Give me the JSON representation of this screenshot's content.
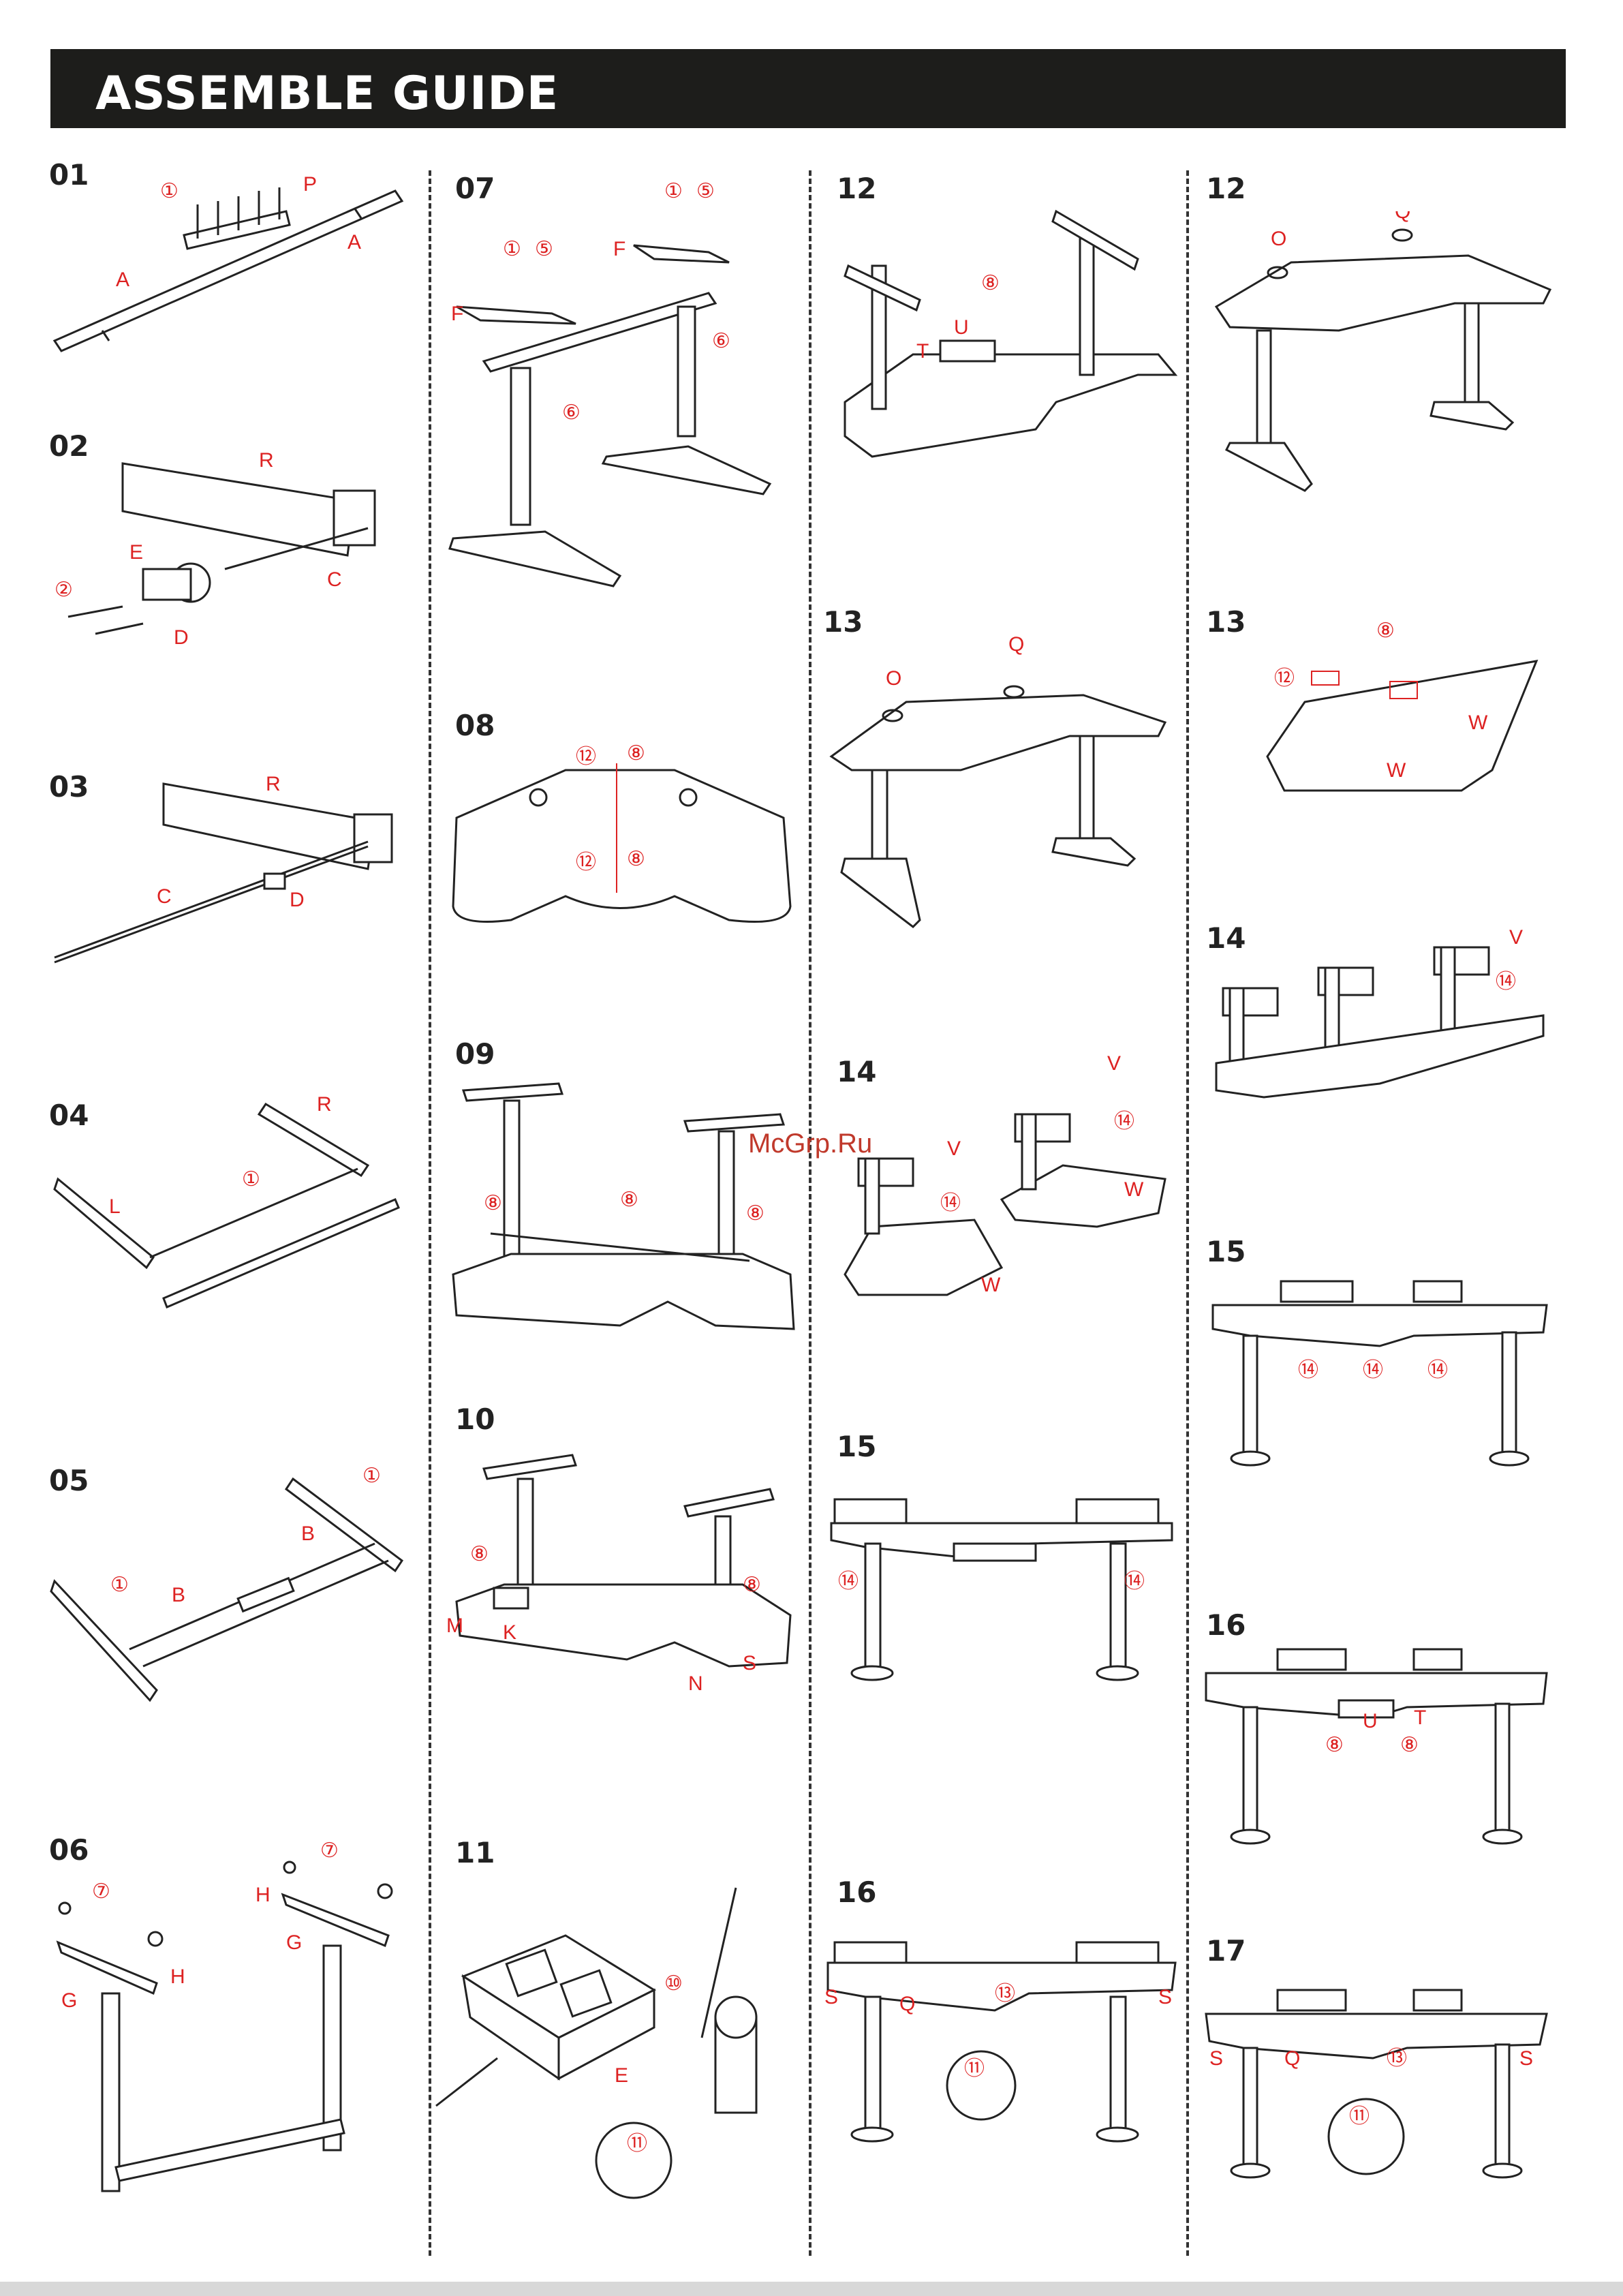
{
  "header": {
    "title": "ASSEMBLE GUIDE"
  },
  "watermark": "McGrp.Ru",
  "steps": [
    {
      "num": "01",
      "labels": [
        "①",
        "P",
        "A",
        "A"
      ]
    },
    {
      "num": "02",
      "labels": [
        "R",
        "E",
        "②",
        "D",
        "C"
      ]
    },
    {
      "num": "03",
      "labels": [
        "R",
        "C",
        "D"
      ]
    },
    {
      "num": "04",
      "labels": [
        "R",
        "①",
        "L"
      ]
    },
    {
      "num": "05",
      "labels": [
        "①",
        "B",
        "①",
        "B"
      ]
    },
    {
      "num": "06",
      "labels": [
        "⑦",
        "H",
        "G",
        "⑦",
        "H",
        "G"
      ]
    },
    {
      "num": "07",
      "labels": [
        "①",
        "⑤",
        "F",
        "①",
        "⑤",
        "F",
        "⑥",
        "⑥"
      ]
    },
    {
      "num": "08",
      "labels": [
        "⑫",
        "⑧",
        "⑫",
        "⑧"
      ]
    },
    {
      "num": "09",
      "labels": [
        "⑧",
        "⑧",
        "⑧"
      ]
    },
    {
      "num": "10",
      "labels": [
        "⑧",
        "M",
        "K",
        "⑧",
        "N",
        "S"
      ]
    },
    {
      "num": "11",
      "labels": [
        "⑩",
        "E",
        "⑪"
      ]
    },
    {
      "num": "12",
      "labels": [
        "⑧",
        "U",
        "T"
      ]
    },
    {
      "num": "13",
      "labels": [
        "O",
        "Q"
      ]
    },
    {
      "num": "14",
      "labels": [
        "V",
        "⑭",
        "V",
        "⑭",
        "W",
        "W"
      ]
    },
    {
      "num": "15",
      "labels": [
        "⑭",
        "⑭"
      ]
    },
    {
      "num": "16",
      "labels": [
        "S",
        "Q",
        "⑬",
        "S",
        "⑪"
      ]
    },
    {
      "num": "12",
      "labels": [
        "O",
        "Q"
      ]
    },
    {
      "num": "13",
      "labels": [
        "⑫",
        "⑧",
        "W",
        "W"
      ]
    },
    {
      "num": "14",
      "labels": [
        "V",
        "⑭"
      ]
    },
    {
      "num": "15",
      "labels": [
        "⑭",
        "⑭",
        "⑭"
      ]
    },
    {
      "num": "16",
      "labels": [
        "⑧",
        "U",
        "⑧",
        "T"
      ]
    },
    {
      "num": "17",
      "labels": [
        "S",
        "Q",
        "⑬",
        "S",
        "⑪"
      ]
    }
  ]
}
